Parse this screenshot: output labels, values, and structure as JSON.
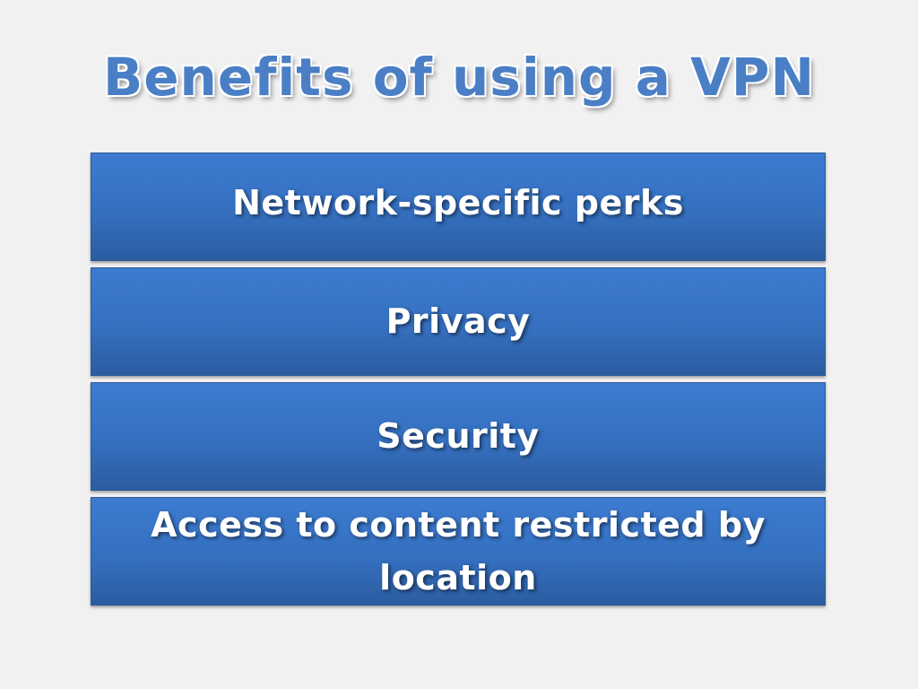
{
  "slide": {
    "title": "Benefits of using a VPN",
    "items": [
      {
        "label": "Network-specific perks"
      },
      {
        "label": "Privacy"
      },
      {
        "label": "Security"
      },
      {
        "label": "Access to content restricted by location"
      }
    ]
  },
  "colors": {
    "background": "#f1f1f1",
    "title": "#4a7fc6",
    "box": "#3570c0",
    "box_text": "#ffffff"
  }
}
